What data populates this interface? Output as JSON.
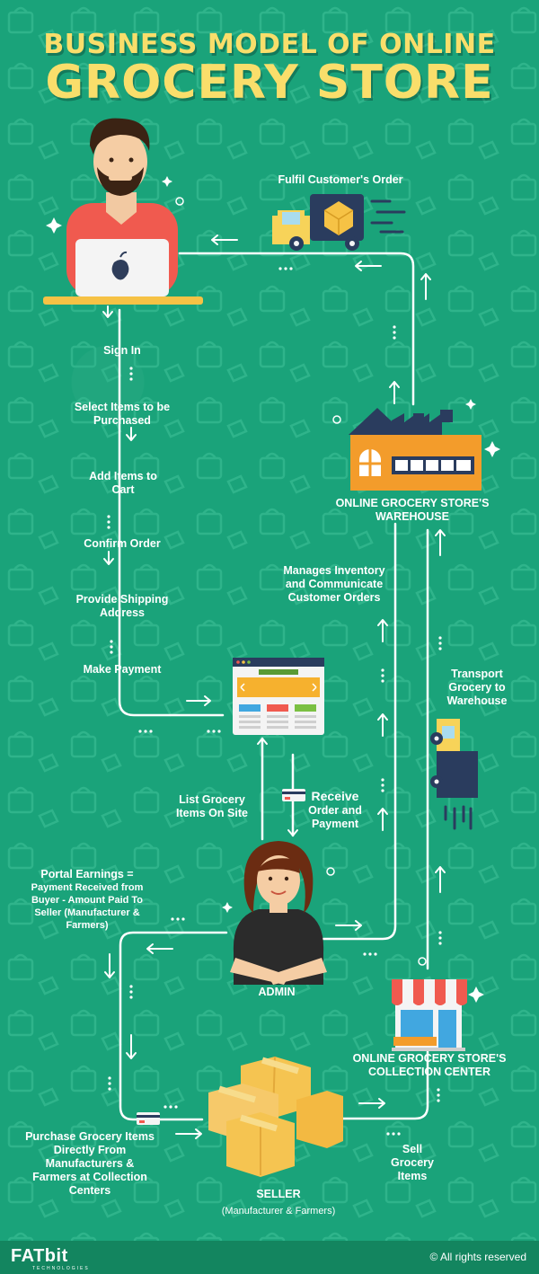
{
  "title": {
    "line1": "BUSINESS MODEL OF ONLINE",
    "line2": "GROCERY STORE"
  },
  "colors": {
    "background": "#1aa37a",
    "title": "#f9de6b",
    "arrow": "#ffffff",
    "shirt_red": "#f05a4f",
    "warehouse_orange": "#f39c2b",
    "roof_navy": "#2a3c5e",
    "box_yellow": "#f5c451",
    "truck_yellow": "#f7d359"
  },
  "customer": {
    "steps": [
      "Sign In",
      "Select Items to be Purchased",
      "Add Items to Cart",
      "Confirm Order",
      "Provide Shipping Address",
      "Make Payment"
    ]
  },
  "labels": {
    "fulfil": "Fulfil Customer's Order",
    "warehouse": "ONLINE GROCERY STORE'S WAREHOUSE",
    "manages": "Manages Inventory and Communicate Customer Orders",
    "transport": "Transport Grocery to Warehouse",
    "list_grocery": "List Grocery Items On Site",
    "receive_order": "Receive",
    "receive_order_rest": "Order and Payment",
    "portal_title": "Portal Earnings =",
    "portal_detail": "Payment Received from Buyer - Amount Paid To Seller (Manufacturer & Farmers)",
    "admin": "ADMIN",
    "collection": "ONLINE GROCERY STORE'S COLLECTION CENTER",
    "purchase": "Purchase Grocery Items Directly From Manufacturers & Farmers at Collection Centers",
    "seller": "SELLER",
    "seller_sub": "(Manufacturer & Farmers)",
    "sell": "Sell Grocery Items"
  },
  "icons": [
    "customer-laptop-icon",
    "delivery-truck-icon",
    "warehouse-icon",
    "website-icon",
    "admin-icon",
    "collection-center-icon",
    "seller-boxes-icon",
    "transport-truck-icon",
    "card-icon"
  ],
  "footer": {
    "brand_fat": "FAT",
    "brand_bit": "bit",
    "brand_sub": "TECHNOLOGIES",
    "copyright": "© All rights reserved"
  }
}
